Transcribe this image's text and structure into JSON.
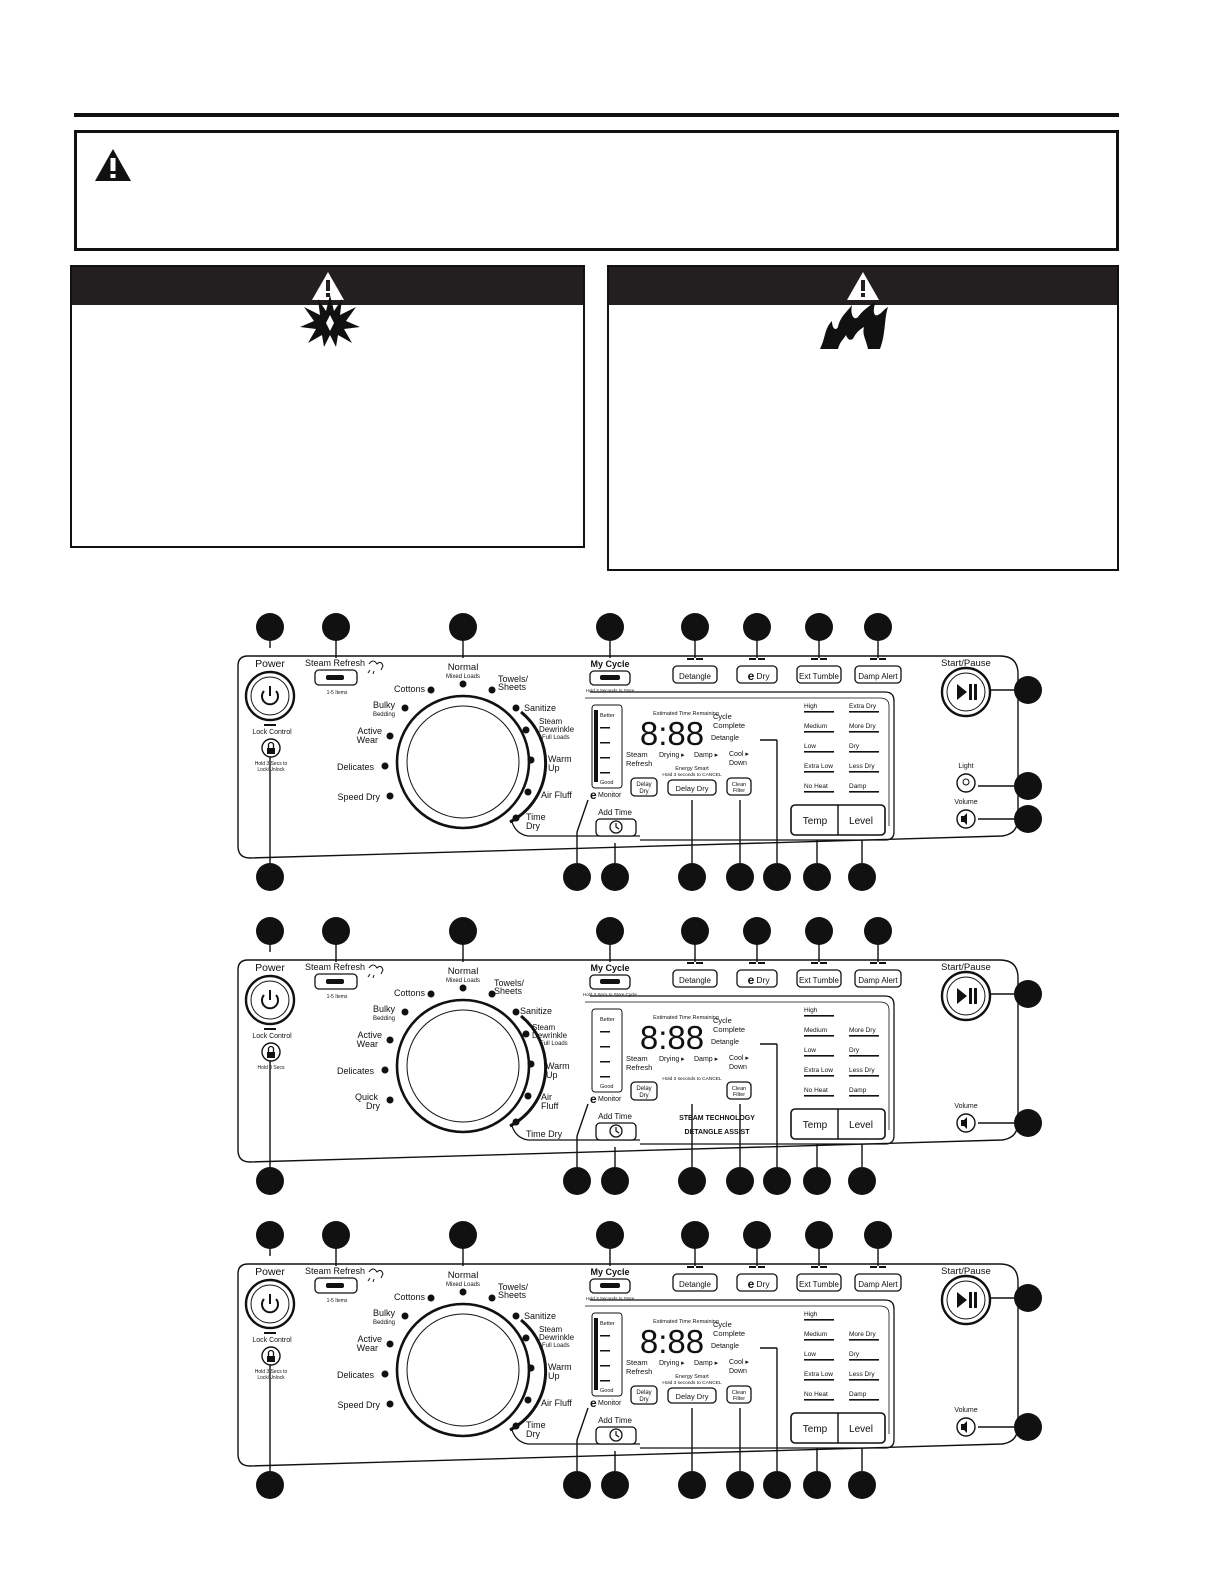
{
  "panels": [
    {
      "top": {
        "power": "Power",
        "steam_refresh": "Steam Refresh",
        "steam_refresh_sub": "1-5 Items",
        "normal": "Normal",
        "normal_sub": "Mixed Loads",
        "my_cycle": "My Cycle",
        "my_cycle_sub": "Hold 3 Seconds to Store",
        "detangle": "Detangle",
        "edry": "Dry",
        "ext_tumble": "Ext Tumble",
        "damp_alert": "Damp Alert",
        "start_pause": "Start/Pause"
      }
    },
    {
      "top": {
        "power": "Power",
        "steam_refresh": "Steam Refresh",
        "steam_refresh_sub": "1-5 Items",
        "normal": "Normal",
        "normal_sub": "Mixed Loads",
        "my_cycle": "My Cycle",
        "my_cycle_sub": "Hold 3 Secs to Store Cycle",
        "detangle": "Detangle",
        "edry": "Dry",
        "ext_tumble": "Ext Tumble",
        "damp_alert": "Damp Alert",
        "start_pause": "Start/Pause"
      }
    },
    {
      "top": {
        "power": "Power",
        "steam_refresh": "Steam Refresh",
        "steam_refresh_sub": "1-5 Items",
        "normal": "Normal",
        "normal_sub": "Mixed Loads",
        "my_cycle": "My Cycle",
        "my_cycle_sub": "Hold 3 Seconds to Store",
        "detangle": "Detangle",
        "edry": "Dry",
        "ext_tumble": "Ext Tumble",
        "damp_alert": "Damp Alert",
        "start_pause": "Start/Pause"
      }
    }
  ],
  "p1": {
    "lock_control": "Lock Control",
    "lock_hold": "Hold 3 Secs to",
    "lock_hold2": "Lock/Unlock",
    "cycles_left": [
      "Cottons",
      "Bulky",
      "Bedding",
      "Active",
      "Wear",
      "Delicates",
      "Speed Dry"
    ],
    "cycles_right": [
      "Towels/",
      "Sheets",
      "Sanitize",
      "Steam",
      "Dewrinkle",
      "Full Loads",
      "Warm",
      "Up",
      "Air Fluff",
      "Time",
      "Dry"
    ],
    "add_time": "Add Time",
    "display": {
      "est_time": "Estimated Time Remaining",
      "digits": "8:88",
      "cycle": "Cycle",
      "complete": "Complete",
      "detangle": "Detangle",
      "steam": "Steam",
      "refresh": "Refresh",
      "drying": "Drying ▸",
      "damp": "Damp ▸",
      "cool": "Cool ▸",
      "down": "Down",
      "energy_smart": "Energy Smart",
      "hold_cancel": "Hold 3 seconds to CANCEL",
      "delay": "Delay",
      "dry": "Dry",
      "delay_dry": "Delay Dry",
      "clean": "Clean",
      "filter": "Filter",
      "better": "Better",
      "good": "Good",
      "monitor": "Monitor"
    },
    "temp_options": [
      "High",
      "Medium",
      "Low",
      "Extra Low",
      "No Heat"
    ],
    "level_options": [
      "Extra Dry",
      "More Dry",
      "Dry",
      "Less Dry",
      "Damp"
    ],
    "temp": "Temp",
    "level": "Level",
    "light": "Light",
    "volume": "Volume"
  },
  "p2": {
    "lock_control": "Lock Control",
    "lock_hold": "Hold 3 Secs",
    "cycles_left": [
      "Cottons",
      "Bulky",
      "Bedding",
      "Active",
      "Wear",
      "Delicates",
      "Quick",
      "Dry"
    ],
    "cycles_right": [
      "Towels/",
      "Sheets",
      "Sanitize",
      "Steam",
      "Dewrinkle",
      "Full Loads",
      "Warm",
      "Up",
      "Air",
      "Fluff",
      "Time Dry"
    ],
    "add_time": "Add Time",
    "display": {
      "est_time": "Estimated Time Remaining",
      "digits": "8:88",
      "cycle": "Cycle",
      "complete": "Complete",
      "detangle": "Detangle",
      "steam": "Steam",
      "refresh": "Refresh",
      "drying": "Drying ▸",
      "damp": "Damp ▸",
      "cool": "Cool ▸",
      "down": "Down",
      "hold_cancel": "Hold 3 seconds to CANCEL",
      "delay": "Delay",
      "dry": "Dry",
      "clean": "Clean",
      "filter": "Filter",
      "better": "Better",
      "good": "Good",
      "monitor": "Monitor",
      "steam_tech": "STEAM TECHNOLOGY",
      "detangle_assist": "DETANGLE ASSIST"
    },
    "temp_options": [
      "High",
      "Medium",
      "Low",
      "Extra Low",
      "No Heat"
    ],
    "level_options": [
      "More Dry",
      "Dry",
      "Less Dry",
      "Damp"
    ],
    "temp": "Temp",
    "level": "Level",
    "volume": "Volume"
  },
  "p3": {
    "lock_control": "Lock Control",
    "lock_hold": "Hold 3 Secs to",
    "lock_hold2": "Lock/Unlock",
    "cycles_left": [
      "Cottons",
      "Bulky",
      "Bedding",
      "Active",
      "Wear",
      "Delicates",
      "Speed Dry"
    ],
    "cycles_right": [
      "Towels/",
      "Sheets",
      "Sanitize",
      "Steam",
      "Dewrinkle",
      "Full Loads",
      "Warm",
      "Up",
      "Air Fluff",
      "Time",
      "Dry"
    ],
    "add_time": "Add Time",
    "display": {
      "est_time": "Estimated Time Remaining",
      "digits": "8:88",
      "cycle": "Cycle",
      "complete": "Complete",
      "detangle": "Detangle",
      "steam": "Steam",
      "refresh": "Refresh",
      "drying": "Drying ▸",
      "damp": "Damp ▸",
      "cool": "Cool ▸",
      "down": "Down",
      "energy_smart": "Energy Smart",
      "hold_cancel": "Hold 3 seconds to CANCEL",
      "delay": "Delay",
      "dry": "Dry",
      "delay_dry": "Delay Dry",
      "clean": "Clean",
      "filter": "Filter",
      "better": "Better",
      "good": "Good",
      "monitor": "Monitor"
    },
    "temp_options": [
      "High",
      "Medium",
      "Low",
      "Extra Low",
      "No Heat"
    ],
    "level_options": [
      "More Dry",
      "Dry",
      "Less Dry",
      "Damp"
    ],
    "temp": "Temp",
    "level": "Level",
    "volume": "Volume"
  },
  "e_glyph": "e"
}
